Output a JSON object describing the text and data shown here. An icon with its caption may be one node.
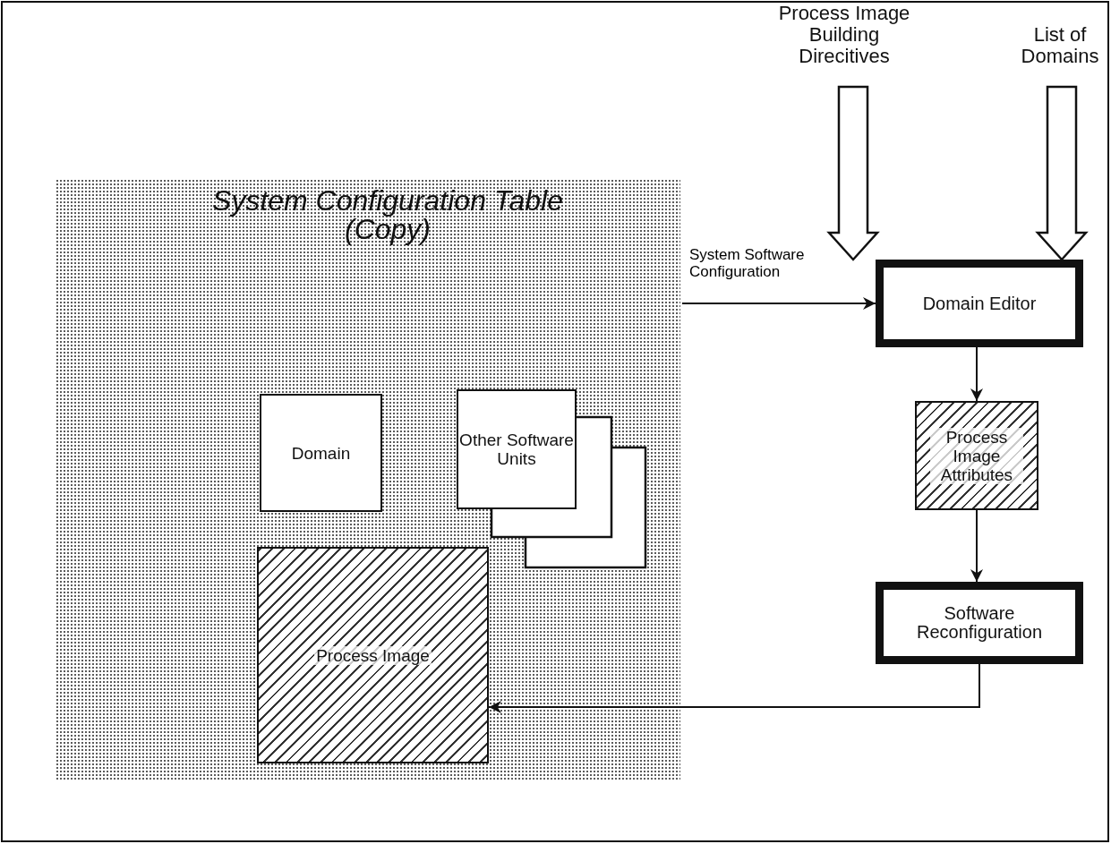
{
  "diagram": {
    "nodes": [
      {
        "text": [
          "System Configuration Table (Copy)"
        ]
      },
      {
        "text": [
          "Domain"
        ],
        "in": 0
      },
      {
        "text": [
          "Other Software Units"
        ],
        "in": 0
      },
      {
        "text": [
          "Process Image"
        ],
        "in": 0
      },
      {
        "text": [
          "Process Image Building Direcitives"
        ]
      },
      {
        "text": [
          "List of Domains"
        ]
      },
      {
        "text": [
          "Domain Editor"
        ]
      },
      {
        "text": [
          "Process Image Attributes"
        ]
      },
      {
        "text": [
          "Software Reconfiguration"
        ]
      }
    ],
    "edges": [
      {
        "from": 4,
        "to": 6,
        "arrow": "to",
        "style": "thick"
      },
      {
        "from": 5,
        "to": 6,
        "arrow": "to",
        "style": "thick"
      },
      {
        "from": 0,
        "to": 6,
        "arrow": "to",
        "label": "System Software Configuration"
      },
      {
        "from": 6,
        "to": 7,
        "arrow": "to"
      },
      {
        "from": 7,
        "to": 8,
        "arrow": "to"
      },
      {
        "from": 8,
        "to": 3,
        "arrow": "to"
      }
    ]
  }
}
